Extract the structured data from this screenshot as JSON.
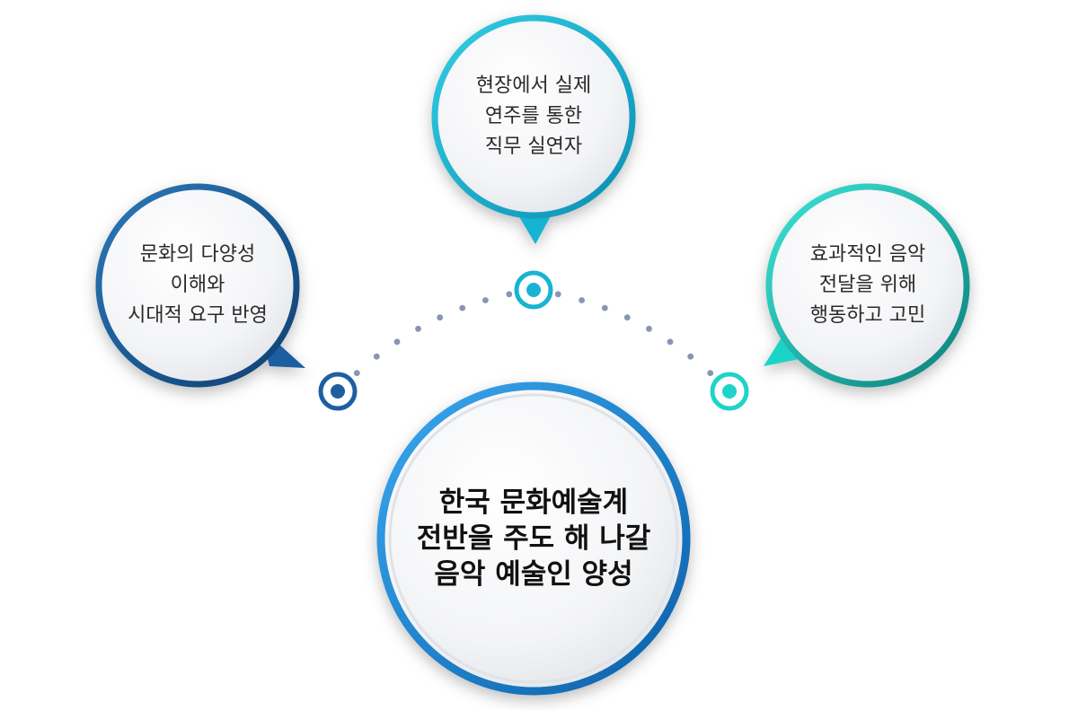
{
  "diagram": {
    "left_bubble": {
      "text": "문화의 다양성\n이해와\n시대적 요구 반영",
      "color": "#1e5fa0"
    },
    "top_bubble": {
      "text": "현장에서 실제\n연주를 통한\n직무 실연자",
      "color": "#19b3d3"
    },
    "right_bubble": {
      "text": "효과적인 음악\n전달을 위해\n행동하고 고민",
      "color": "#1ed3c8"
    },
    "center_bubble": {
      "text": "한국 문화예술계\n전반을 주도 해 나갈\n음악 예술인 양성",
      "color": "#1e8fd8"
    },
    "dot_color": "#8a94b4"
  }
}
